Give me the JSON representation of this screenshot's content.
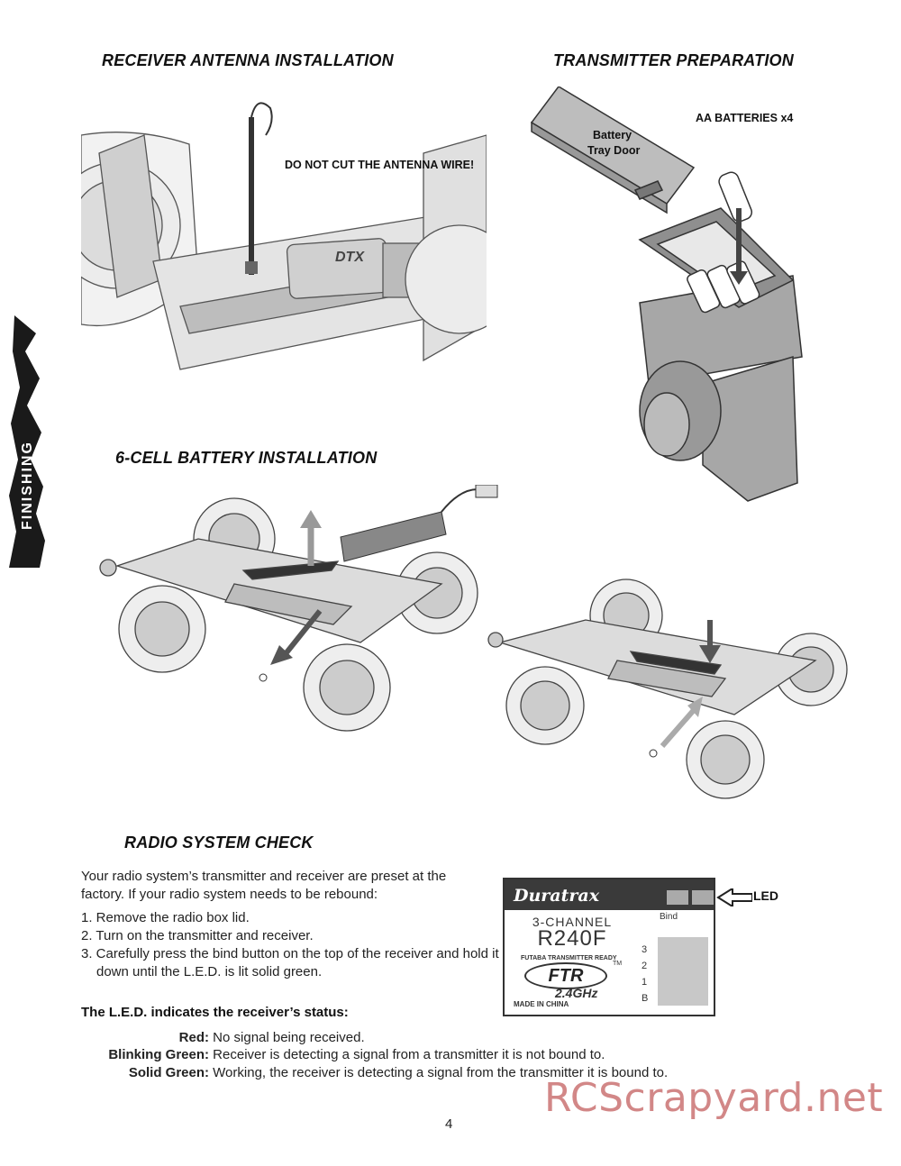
{
  "sections": {
    "antenna_title": "RECEIVER ANTENNA INSTALLATION",
    "transmitter_title": "TRANSMITTER PREPARATION",
    "battery_title": "6-CELL BATTERY INSTALLATION",
    "radio_check_title": "RADIO SYSTEM CHECK"
  },
  "side_tab": {
    "label": "FINISHING"
  },
  "antenna": {
    "warning": "DO NOT CUT THE ANTENNA WIRE!",
    "logo_text": "DTX"
  },
  "transmitter": {
    "door_label_1": "Battery",
    "door_label_2": "Tray Door",
    "batteries_label": "AA BATTERIES x4"
  },
  "radio_check": {
    "intro_1": "Your radio system’s transmitter and receiver are preset at the",
    "intro_2": "factory. If your radio system needs to be rebound:",
    "steps": [
      "1. Remove the radio box lid.",
      "2. Turn on the transmitter and receiver.",
      "3. Carefully press the bind button on the top of the receiver and hold it down until the L.E.D. is lit solid green."
    ],
    "status_title": "The L.E.D. indicates the receiver’s status:",
    "statuses": [
      {
        "key": "Red:",
        "value": "No signal being received."
      },
      {
        "key": "Blinking Green:",
        "value": "Receiver is detecting a signal from a transmitter it is not bound to."
      },
      {
        "key": "Solid Green:",
        "value": "Working, the receiver is detecting a signal from the transmitter it is bound to."
      }
    ]
  },
  "receiver": {
    "brand": "Duratrax",
    "channels": "3-CHANNEL",
    "model": "R240F",
    "ftr_ready": "FUTABA TRANSMITTER READY",
    "ftr": "FTR",
    "tm": "TM",
    "freq": "2.4GHz",
    "made_in": "MADE IN CHINA",
    "bind_label": "Bind",
    "pins": [
      "3",
      "2",
      "1",
      "B"
    ],
    "led_label": "LED"
  },
  "page_number": "4",
  "watermark": "RCScrapyard.net"
}
